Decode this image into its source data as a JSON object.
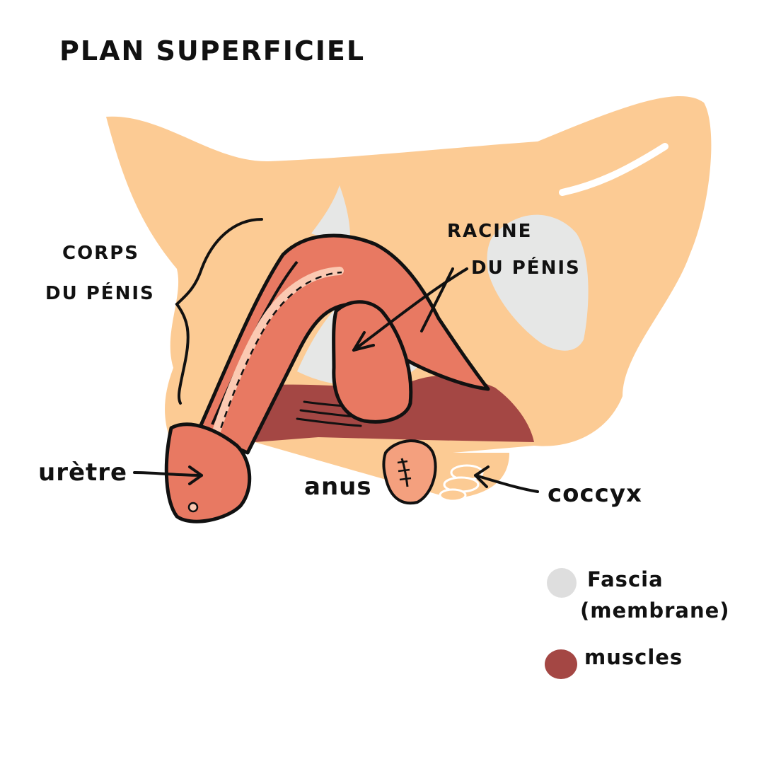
{
  "title": "PLAN SUPERFICIEL",
  "labels": {
    "corps_line1": "CORPS",
    "corps_line2": "DU PÉNIS",
    "racine_line1": "RACINE",
    "racine_line2": "DU PÉNIS",
    "uretre": "urètre",
    "anus": "anus",
    "coccyx": "coccyx"
  },
  "legend": {
    "fascia_line1": "Fascia",
    "fascia_line2": "(membrane)",
    "muscles": "muscles"
  },
  "colors": {
    "skin": "#FCCB94",
    "fascia": "#E6E7E6",
    "muscle": "#A44744",
    "penis": "#E87962",
    "anus_tissue": "#F4A07E",
    "outline": "#111111"
  }
}
